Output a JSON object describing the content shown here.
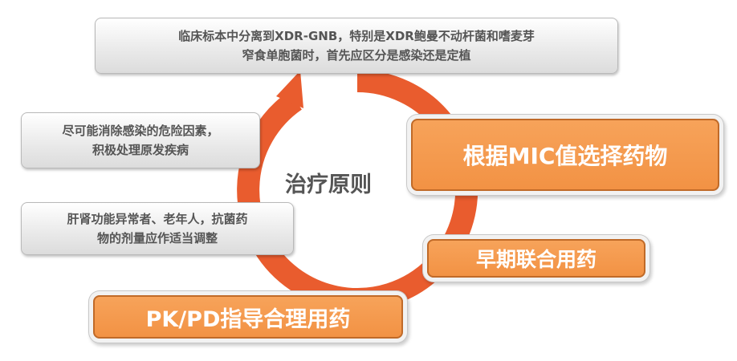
{
  "center_title": "治疗原则",
  "ring_color": "#e95c2e",
  "principles": [
    {
      "line1": "临床标本中分离到XDR-GNB，特别是XDR鲍曼不动杆菌和嗜麦芽",
      "line2": "窄食单胞菌时，首先应区分是感染还是定植"
    },
    {
      "line1": "尽可能消除感染的危险因素，",
      "line2": "积极处理原发疾病"
    },
    {
      "line1": "肝肾功能异常者、老年人，抗菌药",
      "line2": "物的剂量应作适当调整"
    }
  ],
  "highlights": [
    "根据MIC值选择药物",
    "早期联合用药",
    "PK/PD指导合理用药"
  ]
}
